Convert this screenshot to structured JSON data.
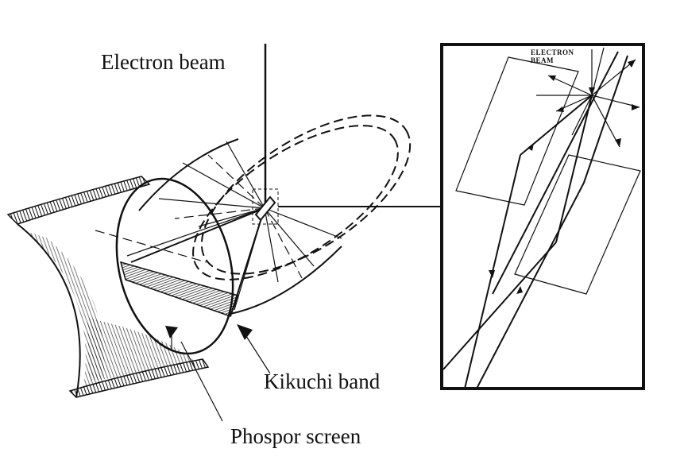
{
  "labels": {
    "electron_beam": "Electron beam",
    "kikuchi_band": "Kikuchi band",
    "phosphor_screen": "Phospor screen",
    "inset_electron": "ELECTRON",
    "inset_beam": "BEAM"
  },
  "colors": {
    "ink": "#111111",
    "background": "#ffffff"
  }
}
